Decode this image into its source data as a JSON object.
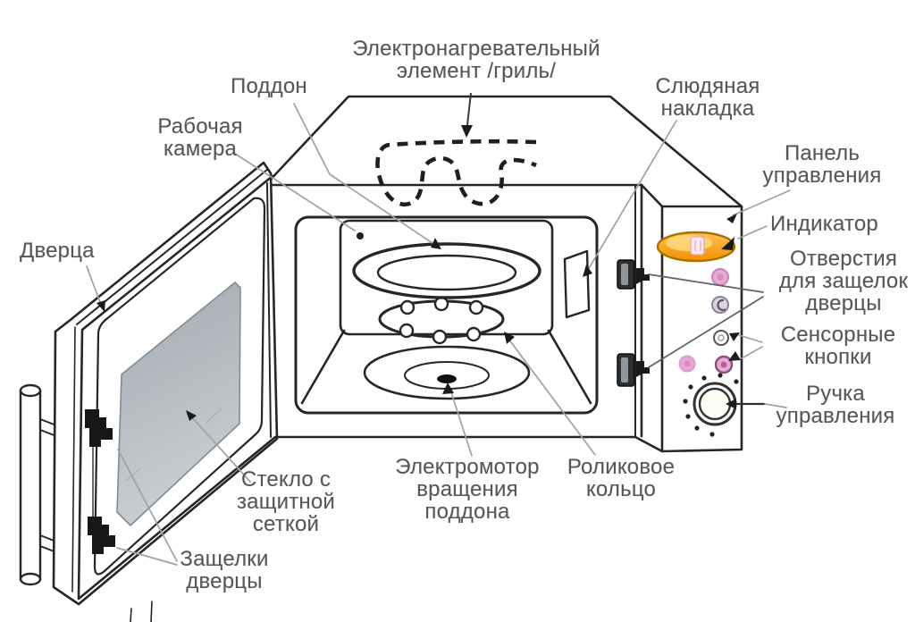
{
  "labels": {
    "heating_element": "Электронагревательный\nэлемент /гриль/",
    "tray": "Поддон",
    "chamber": "Рабочая\nкамера",
    "mica": "Слюдяная\nнакладка",
    "control_panel": "Панель\nуправления",
    "indicator": "Индикатор",
    "latch_holes": "Отверстия\nдля защелок\nдверцы",
    "sensor_buttons": "Сенсорные\nкнопки",
    "knob": "Ручка\nуправления",
    "door": "Дверца",
    "glass": "Стекло с\nзащитной\nсеткой",
    "door_latches": "Защелки\nдверцы",
    "motor": "Электромотор\nвращения\nподдона",
    "roller_ring": "Роликовое\nкольцо"
  },
  "colors": {
    "line": "#262626",
    "label": "#575757",
    "leader": "#9aa2ab",
    "indicator_fill_top": "#ffc14d",
    "indicator_fill_bottom": "#f29100",
    "indicator_stroke": "#a87200",
    "button_pink": "#eaa8d6",
    "button_pink_stroke": "#c783b3",
    "button_lavender": "#ddd2e4",
    "floor_blue": "#dde4ee",
    "glass_top": "#a3abb1",
    "glass_bottom": "#c9ced2"
  }
}
